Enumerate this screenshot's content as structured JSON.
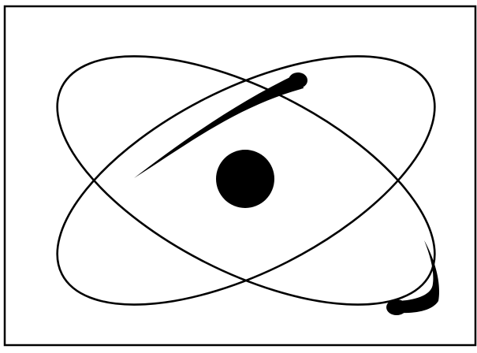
{
  "figure": {
    "subject": "atom-symbol",
    "colors": {
      "ink": "#000000",
      "background": "#ffffff"
    },
    "orbits": 2,
    "electrons": 2
  }
}
